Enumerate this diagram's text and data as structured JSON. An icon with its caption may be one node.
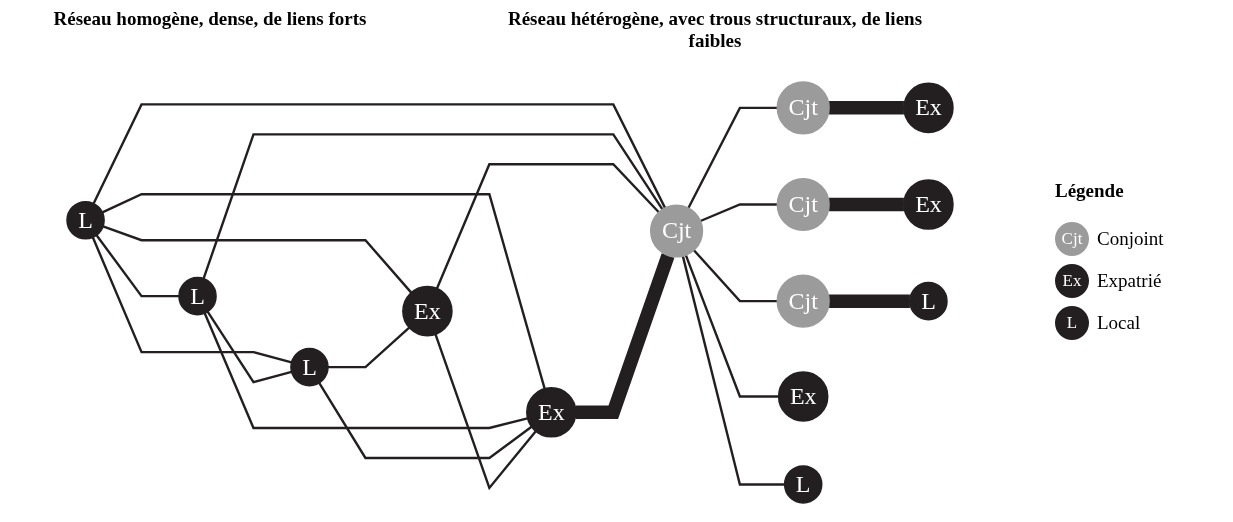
{
  "diagram": {
    "nodes": [
      {
        "text": [
          "L"
        ]
      },
      {
        "text": [
          "L"
        ]
      },
      {
        "text": [
          "Ex"
        ]
      },
      {
        "text": [
          "Cjt"
        ]
      },
      {
        "text": [
          "L"
        ]
      },
      {
        "text": [
          "Ex"
        ]
      },
      {
        "text": [
          "Cjt"
        ]
      },
      {
        "text": [
          "Ex"
        ]
      },
      {
        "text": [
          "Cjt"
        ]
      },
      {
        "text": [
          "Ex"
        ]
      },
      {
        "text": [
          "Cjt"
        ]
      },
      {
        "text": [
          "L"
        ]
      },
      {
        "text": [
          "Ex"
        ]
      },
      {
        "text": [
          "L"
        ]
      }
    ],
    "edges": [
      {
        "from": 0,
        "to": 1,
        "arrow": "none"
      },
      {
        "from": 0,
        "to": 4,
        "arrow": "none"
      },
      {
        "from": 0,
        "to": 2,
        "arrow": "none"
      },
      {
        "from": 0,
        "to": 3,
        "arrow": "none"
      },
      {
        "from": 0,
        "to": 5,
        "arrow": "none"
      },
      {
        "from": 1,
        "to": 4,
        "arrow": "none"
      },
      {
        "from": 1,
        "to": 2,
        "arrow": "none"
      },
      {
        "from": 1,
        "to": 3,
        "arrow": "none"
      },
      {
        "from": 4,
        "to": 2,
        "arrow": "none"
      },
      {
        "from": 4,
        "to": 5,
        "arrow": "none"
      },
      {
        "from": 5,
        "to": 2,
        "arrow": "none"
      },
      {
        "from": 5,
        "to": 3,
        "arrow": "none"
      },
      {
        "from": 2,
        "to": 3,
        "arrow": "none",
        "style": "thick"
      },
      {
        "from": 3,
        "to": 6,
        "arrow": "none"
      },
      {
        "from": 3,
        "to": 8,
        "arrow": "none"
      },
      {
        "from": 3,
        "to": 10,
        "arrow": "none"
      },
      {
        "from": 3,
        "to": 12,
        "arrow": "none"
      },
      {
        "from": 3,
        "to": 13,
        "arrow": "none"
      },
      {
        "from": 6,
        "to": 7,
        "arrow": "none",
        "style": "thick"
      },
      {
        "from": 8,
        "to": 9,
        "arrow": "none",
        "style": "thick"
      },
      {
        "from": 10,
        "to": 11,
        "arrow": "none",
        "style": "thick"
      }
    ],
    "labels": [
      "Réseau homogène, dense, de liens forts",
      "Réseau hétérogène, avec trous structuraux, de liens faibles",
      "Légende",
      "Cjt",
      "Ex",
      "L"
    ],
    "legend": [
      {
        "text": "Conjoint",
        "color": "#9b9b9b"
      },
      {
        "text": "Expatrié",
        "color": "#231f20"
      },
      {
        "text": "Local",
        "color": "#231f20"
      }
    ]
  }
}
